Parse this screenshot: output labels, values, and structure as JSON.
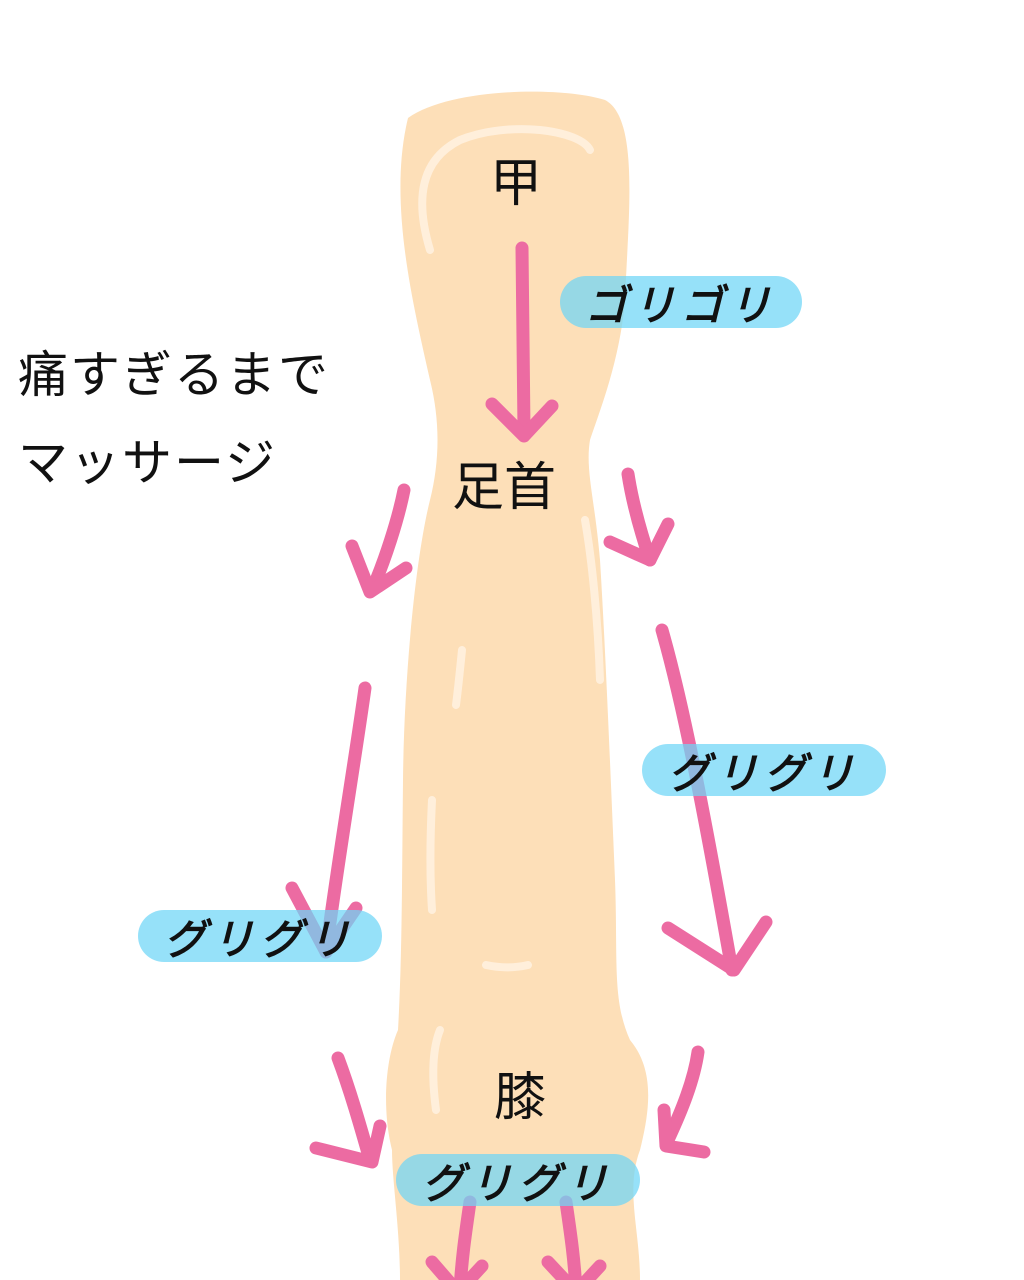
{
  "labels": {
    "instep": "甲",
    "ankle": "足首",
    "knee": "膝"
  },
  "instruction": {
    "line1": "痛すぎるまで",
    "line2": "マッサージ"
  },
  "tags": {
    "instep_rub": "ゴリゴリ",
    "shin_right_rub": "グリグリ",
    "shin_left_rub": "グリグリ",
    "knee_rub": "グリグリ"
  },
  "colors": {
    "leg_fill": "#fddfb8",
    "leg_highlight": "#fff1df",
    "arrow": "#ec6ba2",
    "tag_fill": "#7fdcf6"
  }
}
